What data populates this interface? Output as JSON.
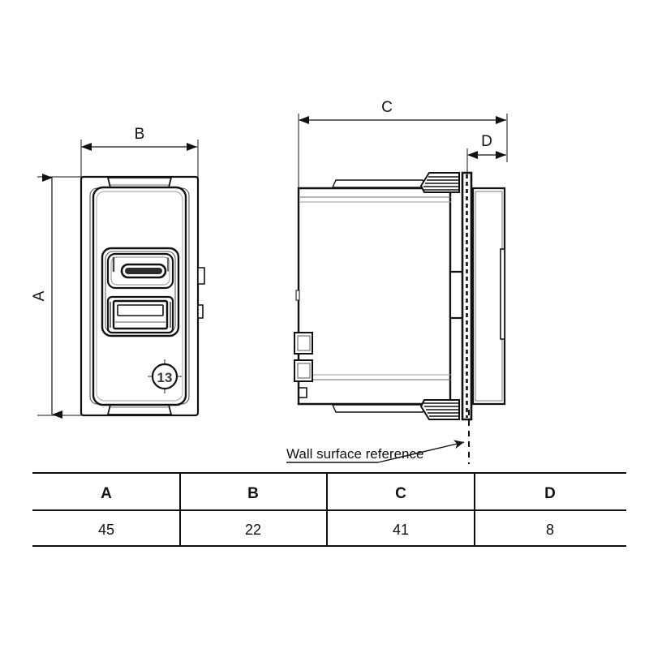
{
  "drawing": {
    "title": "Flush-mount USB charger module dimensional drawing",
    "line_color": "#111111",
    "thin_line_color": "#555555",
    "background": "#ffffff",
    "dimensions": {
      "A": {
        "label": "A",
        "orientation": "vertical",
        "view": "front"
      },
      "B": {
        "label": "B",
        "orientation": "horizontal",
        "view": "front"
      },
      "C": {
        "label": "C",
        "orientation": "horizontal",
        "view": "side"
      },
      "D": {
        "label": "D",
        "orientation": "horizontal",
        "view": "side"
      }
    },
    "annotations": {
      "wall_surface_reference": "Wall surface reference"
    },
    "front_view": {
      "name": "front-view",
      "marking": "13",
      "ports": [
        {
          "name": "usb-c-port",
          "type": "USB-C"
        },
        {
          "name": "usb-a-port",
          "type": "USB-A"
        }
      ]
    },
    "side_view": {
      "name": "side-view"
    }
  },
  "table": {
    "headers": [
      "A",
      "B",
      "C",
      "D"
    ],
    "rows": [
      [
        "45",
        "22",
        "41",
        "8"
      ]
    ]
  }
}
